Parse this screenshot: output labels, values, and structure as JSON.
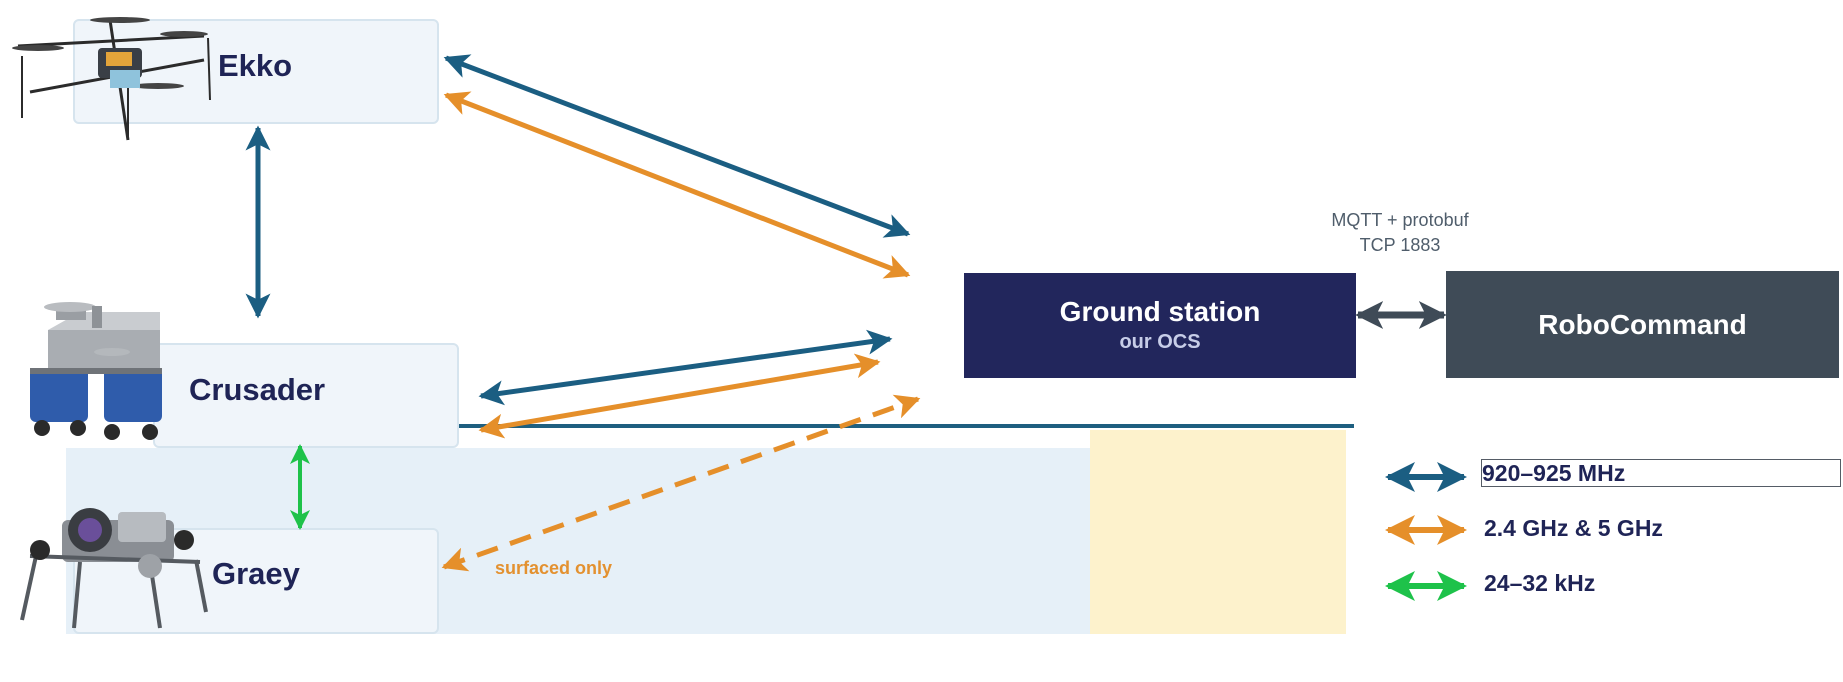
{
  "nodes": {
    "ekko": {
      "label": "Ekko"
    },
    "crusader": {
      "label": "Crusader"
    },
    "graey": {
      "label": "Graey"
    }
  },
  "ground_station": {
    "title": "Ground station",
    "subtitle": "our OCS"
  },
  "robocommand": {
    "title": "RoboCommand"
  },
  "protocol": {
    "line1": "MQTT + protobuf",
    "line2": "TCP 1883"
  },
  "annotation": {
    "surfaced_only": "surfaced only"
  },
  "legend": [
    {
      "label": "920–925 MHz",
      "color": "#1b5e82"
    },
    {
      "label": "2.4 GHz & 5 GHz",
      "color": "#e58f2a"
    },
    {
      "label": "24–32 kHz",
      "color": "#1ec24a"
    }
  ],
  "colors": {
    "link_900mhz": "#1b5e82",
    "link_wifi": "#e58f2a",
    "link_acoustic": "#1ec24a",
    "ground_station_bg": "#22265c",
    "robocommand_bg": "#3f4b57",
    "wan_link": "#3f4b57"
  },
  "icons": [
    "drone-icon",
    "surface-vessel-icon",
    "underwater-rov-icon"
  ]
}
